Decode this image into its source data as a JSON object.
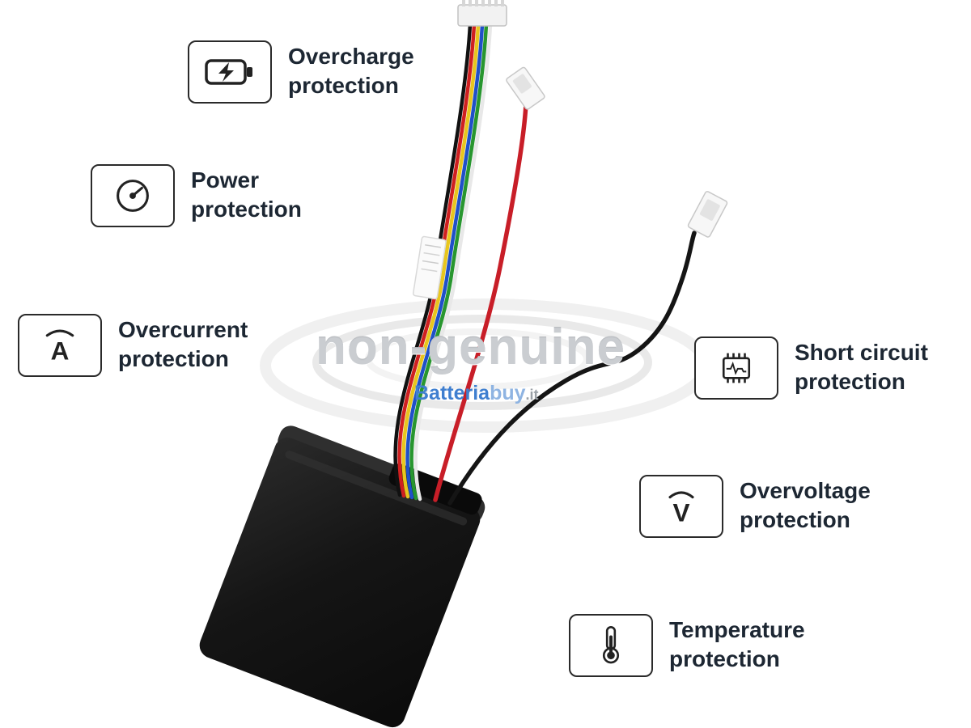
{
  "features": [
    {
      "icon": "battery-charge-icon",
      "line1": "Overcharge",
      "line2": "protection"
    },
    {
      "icon": "power-gauge-icon",
      "line1": "Power",
      "line2": "protection"
    },
    {
      "icon": "ampere-icon",
      "line1": "Overcurrent",
      "line2": "protection"
    },
    {
      "icon": "chip-icon",
      "line1": "Short circuit",
      "line2": "protection"
    },
    {
      "icon": "voltage-icon",
      "line1": "Overvoltage",
      "line2": "protection"
    },
    {
      "icon": "thermometer-icon",
      "line1": "Temperature",
      "line2": "protection"
    }
  ],
  "watermark": {
    "text": "non-genuine"
  },
  "brand": {
    "name": "Batteria",
    "mid": "buy",
    "suffix": ".it"
  },
  "colors": {
    "label_text": "#1d2733",
    "box_border": "#2a2a2a",
    "watermark_gray": "#c6c9cc",
    "brand_blue": "#3f7fd0",
    "battery_body": "#161616",
    "wire_red": "#c81e28",
    "wire_black": "#151515",
    "wire_yellow": "#e8c61e",
    "wire_blue": "#2050c8",
    "wire_green": "#28962f"
  }
}
